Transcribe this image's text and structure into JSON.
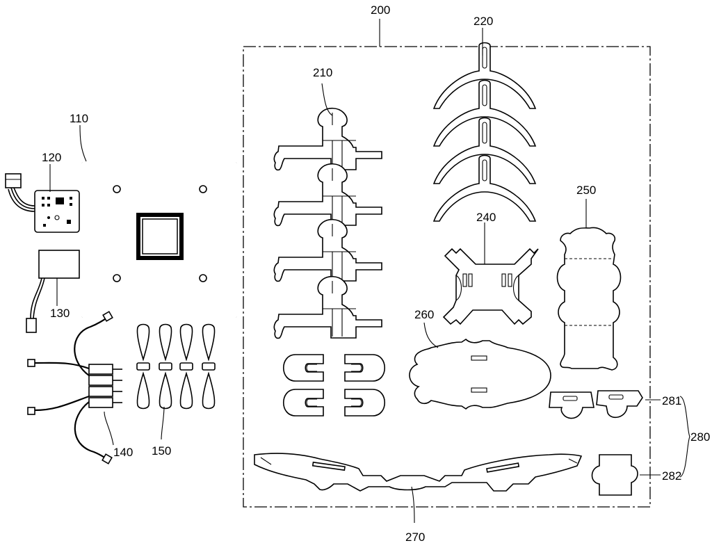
{
  "labels": {
    "frame": "110",
    "controller": "120",
    "battery": "130",
    "motors": "140",
    "propellers": "150",
    "kit_sheet": "200",
    "arm_part": "210",
    "guard_part": "220",
    "center_part": "240",
    "body_part_a": "250",
    "body_part_b": "260",
    "wing_part": "270",
    "sub_part_group": "280",
    "sub_part_a": "281",
    "sub_part_b": "282"
  }
}
